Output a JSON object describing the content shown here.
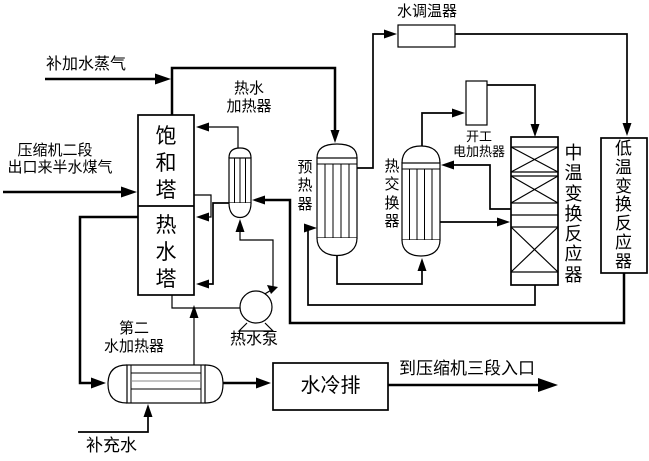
{
  "diagram": {
    "streams": {
      "steam_in": "补加水蒸气",
      "gas_in_1": "压缩机二段",
      "gas_in_2": "出口来半水煤气",
      "makeup_water": "补充水",
      "to_compressor": "到压缩机三段入口"
    },
    "equipment": {
      "saturation_tower": "饱和塔",
      "hot_water_tower": "热水塔",
      "hot_water_heater_1": "热水",
      "hot_water_heater_2": "加热器",
      "preheater": "预热器",
      "heat_exchanger": "热交换器",
      "water_temp_regulator": "水调温器",
      "startup_heater_1": "开工",
      "startup_heater_2": "电加热器",
      "mt_shift_reactor": "中温变换反应器",
      "lt_shift_reactor": "低温变换反应器",
      "hot_water_pump": "热水泵",
      "second_water_heater_1": "第二",
      "second_water_heater_2": "水加热器",
      "water_cooler": "水冷排"
    }
  }
}
